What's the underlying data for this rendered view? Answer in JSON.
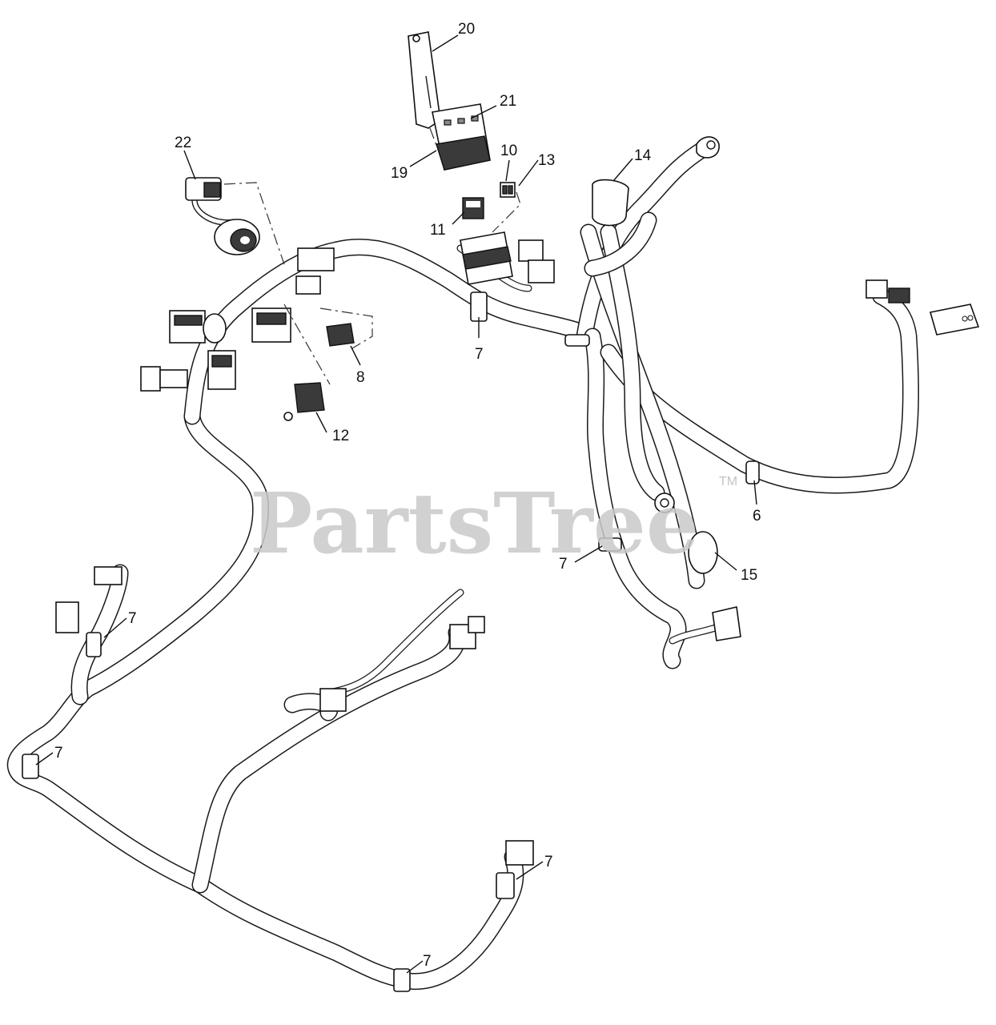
{
  "watermark": {
    "text": "PartsTree",
    "trademark": "TM"
  },
  "callouts": [
    "20",
    "21",
    "19",
    "22",
    "10",
    "13",
    "14",
    "11",
    "7",
    "8",
    "12",
    "6",
    "15",
    "7",
    "7",
    "7",
    "7",
    "7"
  ]
}
